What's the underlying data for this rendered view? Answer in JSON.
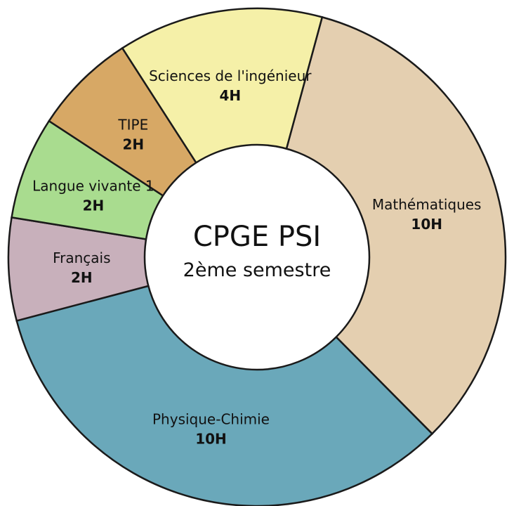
{
  "chart_data": {
    "type": "pie",
    "variant": "donut",
    "center_title": "CPGE PSI",
    "center_subtitle": "2ème semestre",
    "slices": [
      {
        "label": "Mathématiques",
        "value_label": "10H",
        "value": 10,
        "color": "#e4cfb0"
      },
      {
        "label": "Physique-Chimie",
        "value_label": "10H",
        "value": 10,
        "color": "#6aa8ba"
      },
      {
        "label": "Français",
        "value_label": "2H",
        "value": 2,
        "color": "#c8b0bb"
      },
      {
        "label": "Langue vivante 1",
        "value_label": "2H",
        "value": 2,
        "color": "#a9dc8f"
      },
      {
        "label": "TIPE",
        "value_label": "2H",
        "value": 2,
        "color": "#d7a865"
      },
      {
        "label": "Sciences de l'ingénieur",
        "value_label": "4H",
        "value": 4,
        "color": "#f5f0a8"
      }
    ]
  }
}
